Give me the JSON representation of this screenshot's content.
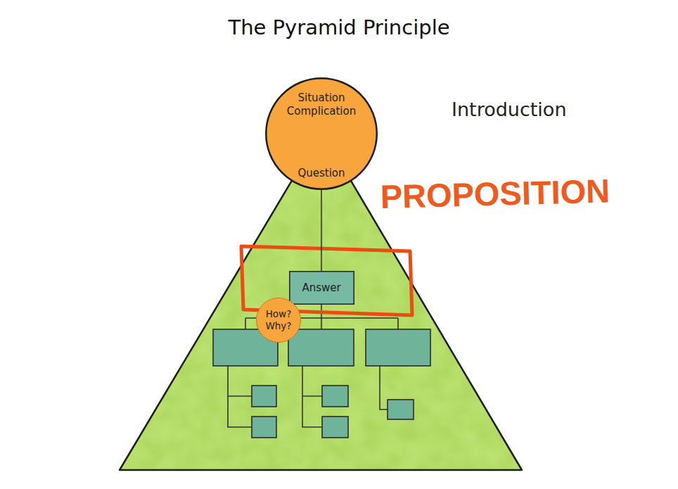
{
  "diagram": {
    "title": "The Pyramid Principle",
    "nodes": [
      {
        "text": [
          "Situation Complication",
          "Question"
        ]
      },
      {
        "text": [
          "Answer"
        ]
      },
      {
        "text": [
          "How? Why?"
        ]
      }
    ],
    "edges": [
      {
        "from": 0,
        "to": 1,
        "arrow": "none"
      }
    ],
    "labels": [
      "Introduction",
      "PROPOSITION"
    ]
  }
}
